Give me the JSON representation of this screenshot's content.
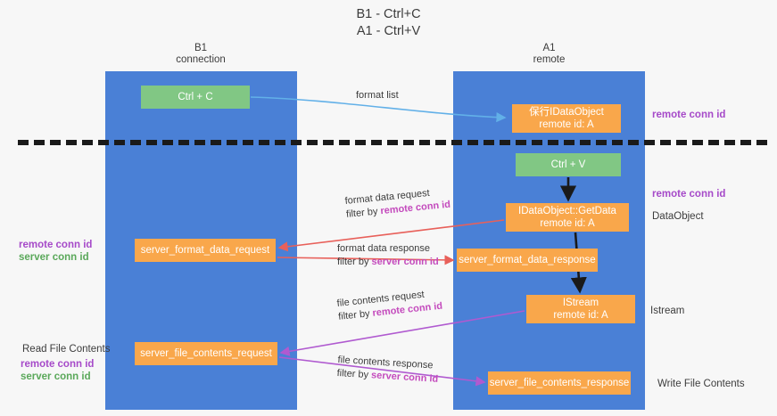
{
  "title": {
    "line1": "B1 - Ctrl+C",
    "line2": "A1 - Ctrl+V"
  },
  "lanes": [
    {
      "name": "b1",
      "line1": "B1",
      "line2": "connection",
      "color": "#4a80d6"
    },
    {
      "name": "a1",
      "line1": "A1",
      "line2": "remote",
      "color": "#4a80d6"
    }
  ],
  "colors": {
    "lane": "#4a80d6",
    "orange_node": "#f9a74b",
    "green_node": "#81c784",
    "purple_text": "#a64ac9",
    "green_text": "#5aa85a",
    "magenta_text": "#c44bbd",
    "blue_arrow": "#62b0e8",
    "red_arrow": "#e8605a",
    "black_arrow": "#1a1a1a",
    "violet_arrow": "#b05ad0",
    "divider": "#1a1a1a",
    "background": "#f7f7f7"
  },
  "nodes": {
    "ctrl_c": {
      "line1": "Ctrl + C",
      "line2": "",
      "style": "green"
    },
    "data_object": {
      "line1": "保行IDataObject",
      "line2": "remote id: A",
      "style": "orange"
    },
    "ctrl_v": {
      "line1": "Ctrl + V",
      "line2": "",
      "style": "green"
    },
    "get_data": {
      "line1": "IDataObject::GetData",
      "line2": "remote id: A",
      "style": "orange"
    },
    "server_format_data_request": {
      "line1": "server_format_data_request",
      "line2": "",
      "style": "orange"
    },
    "server_format_data_response": {
      "line1": "server_format_data_response",
      "line2": "",
      "style": "orange"
    },
    "istream": {
      "line1": "IStream",
      "line2": "remote id: A",
      "style": "orange"
    },
    "server_file_contents_request": {
      "line1": "server_file_contents_request",
      "line2": "",
      "style": "orange"
    },
    "server_file_contents_response": {
      "line1": "server_file_contents_response",
      "line2": "",
      "style": "orange"
    }
  },
  "annotations": {
    "remote_conn_id_top": "remote conn id",
    "remote_conn_id_mid": "remote conn id",
    "data_object": "DataObject",
    "istream": "Istream",
    "write_file_contents": "Write File Contents",
    "read_file_contents": "Read File Contents",
    "left_mid_remote": "remote conn id",
    "left_mid_server": "server conn id",
    "left_bot_remote": "remote conn id",
    "left_bot_server": "server conn id"
  },
  "edge_labels": {
    "format_list": "format list",
    "format_data_request": "format data request",
    "format_data_request_filter_prefix": "filter by ",
    "format_data_request_filter_key": "remote conn id",
    "format_data_response": "format data response",
    "format_data_response_filter_prefix": "filter by ",
    "format_data_response_filter_key": "server conn id",
    "file_contents_request": "file contents request",
    "file_contents_request_filter_prefix": "filter by ",
    "file_contents_request_filter_key": "remote conn id",
    "file_contents_response": "file contents response",
    "file_contents_response_filter_prefix": "filter by ",
    "file_contents_response_filter_key": "server conn id"
  }
}
